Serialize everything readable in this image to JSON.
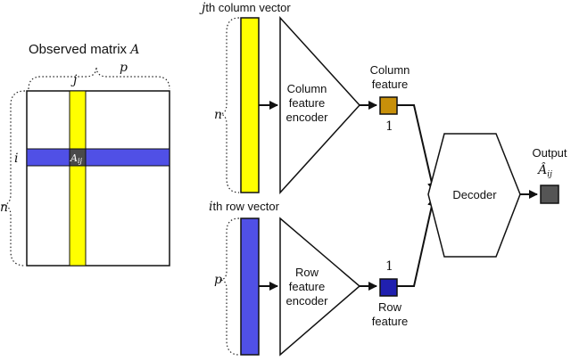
{
  "matrix": {
    "title": "Observed matrix",
    "symbol": "A",
    "dim_cols": "p",
    "dim_rows": "n",
    "col_index": "j",
    "row_index": "i",
    "entry": "A",
    "entry_sub": "ij"
  },
  "column_branch": {
    "vector_label": "th column vector",
    "vector_index": "j",
    "vector_length": "n",
    "encoder_line1": "Column",
    "encoder_line2": "feature",
    "encoder_line3": "encoder",
    "feature_line1": "Column",
    "feature_line2": "feature",
    "feature_dim": "1"
  },
  "row_branch": {
    "vector_label": "th row vector",
    "vector_index": "i",
    "vector_length": "p",
    "encoder_line1": "Row",
    "encoder_line2": "feature",
    "encoder_line3": "encoder",
    "feature_line1": "Row",
    "feature_line2": "feature",
    "feature_dim": "1"
  },
  "decoder": {
    "label": "Decoder"
  },
  "output": {
    "label": "Output",
    "symbol": "Â",
    "sub": "ij"
  },
  "colors": {
    "column_highlight": "#ffff00",
    "row_highlight": "#5050e6",
    "entry_cell": "#4a4a4a",
    "column_feature": "#c8900a",
    "row_feature": "#2020b0",
    "output_box": "#555555"
  }
}
